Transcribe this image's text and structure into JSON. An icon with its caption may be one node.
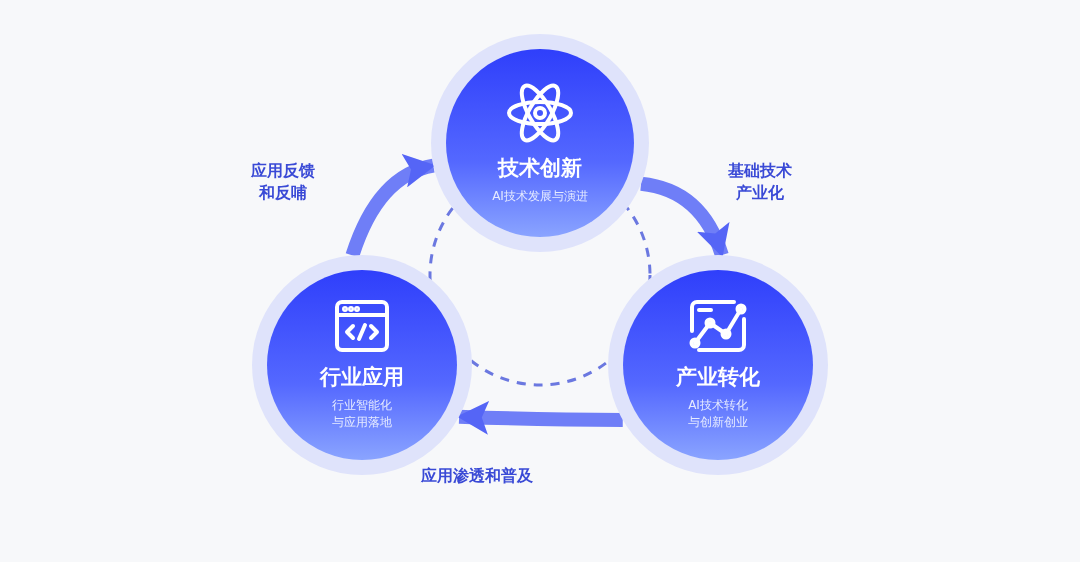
{
  "diagram": {
    "nodes": [
      {
        "text": [
          "技术创新",
          "AI技术发展与演进"
        ]
      },
      {
        "text": [
          "行业应用",
          "行业智能化与应用落地"
        ]
      },
      {
        "text": [
          "产业转化",
          "AI技术转化与创新创业"
        ]
      }
    ],
    "edges": [
      {
        "from": 0,
        "to": 2,
        "arrow": "to",
        "label": "基础技术产业化"
      },
      {
        "from": 2,
        "to": 1,
        "arrow": "to",
        "label": "应用渗透和普及"
      },
      {
        "from": 1,
        "to": 0,
        "arrow": "to",
        "label": "应用反馈和反哺"
      }
    ]
  }
}
